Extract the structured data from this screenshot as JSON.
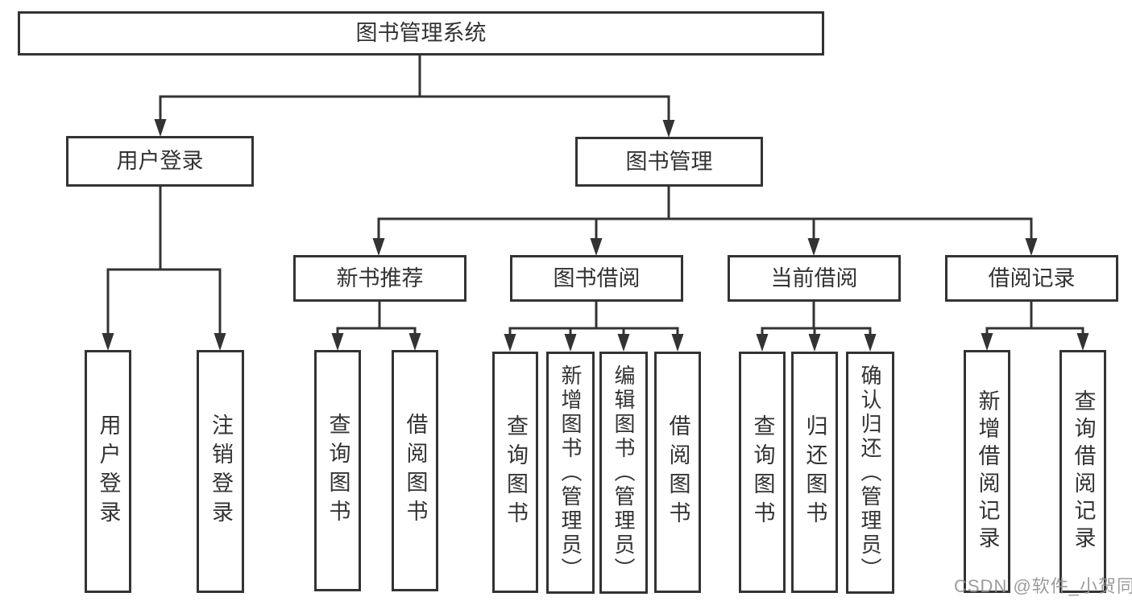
{
  "diagram_title": "图书管理系统",
  "tree": {
    "label": "图书管理系统",
    "children": [
      {
        "label": "用户登录",
        "children": [
          {
            "label": "用户登录"
          },
          {
            "label": "注销登录"
          }
        ]
      },
      {
        "label": "图书管理",
        "children": [
          {
            "label": "新书推荐",
            "children": [
              {
                "label": "查询图书"
              },
              {
                "label": "借阅图书"
              }
            ]
          },
          {
            "label": "图书借阅",
            "children": [
              {
                "label": "查询图书"
              },
              {
                "label": "新增图书（管理员）"
              },
              {
                "label": "编辑图书（管理员）"
              },
              {
                "label": "借阅图书"
              }
            ]
          },
          {
            "label": "当前借阅",
            "children": [
              {
                "label": "查询图书"
              },
              {
                "label": "归还图书"
              },
              {
                "label": "确认归还（管理员）"
              }
            ]
          },
          {
            "label": "借阅记录",
            "children": [
              {
                "label": "新增借阅记录"
              },
              {
                "label": "查询借阅记录"
              }
            ]
          }
        ]
      }
    ]
  },
  "watermark": {
    "text": "CSDN @软件_小贺同学",
    "color": "#919191"
  },
  "colors": {
    "line": "#333333",
    "box_border": "#333333",
    "text": "#333333",
    "background": "#ffffff"
  }
}
